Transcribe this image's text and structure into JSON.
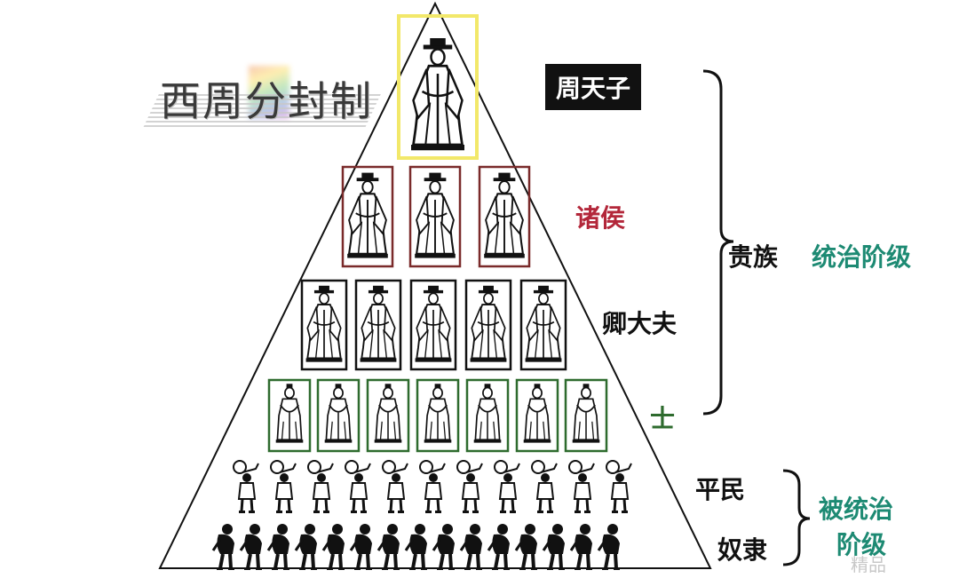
{
  "title": "西周分封制",
  "levels": {
    "king": {
      "label": "周天子",
      "color": "#ffffff",
      "box_bg": "#111111",
      "frame_color": "#f2e86a"
    },
    "lords": {
      "label": "诸侯",
      "color": "#b3273a",
      "frame_color": "#7a2a2a"
    },
    "ministers": {
      "label": "卿大夫",
      "color": "#111111",
      "frame_color": "#111111"
    },
    "scholars": {
      "label": "士",
      "color": "#2e6b2e",
      "frame_color": "#2e6b2e"
    },
    "commoners": {
      "label": "平民",
      "color": "#111111"
    },
    "slaves": {
      "label": "奴隶",
      "color": "#111111"
    }
  },
  "groups": {
    "nobility": {
      "label": "贵族",
      "color": "#111111"
    },
    "ruling_class": {
      "label": "统治阶级",
      "color": "#1d8a73"
    },
    "ruled_class_line1": {
      "label": "被统治",
      "color": "#1d8a73"
    },
    "ruled_class_line2": {
      "label": "阶级",
      "color": "#1d8a73"
    }
  },
  "watermark": "精品"
}
